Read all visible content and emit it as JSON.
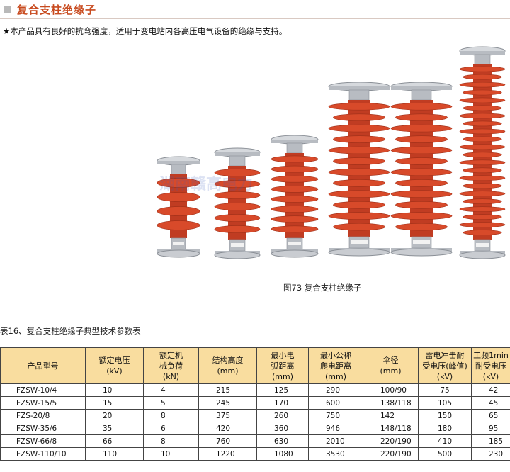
{
  "header": {
    "title": "复合支柱绝缘子"
  },
  "intro": "★本产品具有良好的抗弯强度，适用于变电站内各高压电气设备的绝缘与支持。",
  "figure": {
    "caption": "图73   复合支柱绝缘子",
    "watermark": "湖南赣高电力",
    "body_color": "#d84a2a",
    "metal_color": "#b8bcc2"
  },
  "table": {
    "title": "表16、复合支柱绝缘子典型技术参数表",
    "headers": [
      [
        "产品型号"
      ],
      [
        "额定电压",
        "(kV)"
      ],
      [
        "额定机",
        "械负荷",
        "(kN)"
      ],
      [
        "结构高度",
        "(mm)"
      ],
      [
        "最小电",
        "弧距离",
        "(mm)"
      ],
      [
        "最小公称",
        "爬电距离",
        "(mm)"
      ],
      [
        "伞径",
        "(mm)"
      ],
      [
        "雷电冲击耐",
        "受电压(峰值)",
        "(kV)"
      ],
      [
        "工频1min",
        "耐受电压",
        "(kV)"
      ]
    ],
    "rows": [
      [
        "FZSW-10/4",
        "10",
        "4",
        "215",
        "125",
        "290",
        "100/90",
        "75",
        "42"
      ],
      [
        "FZSW-15/5",
        "15",
        "5",
        "245",
        "170",
        "600",
        "138/118",
        "105",
        "45"
      ],
      [
        "FZS-20/8",
        "20",
        "8",
        "375",
        "260",
        "750",
        "142",
        "150",
        "65"
      ],
      [
        "FZSW-35/6",
        "35",
        "6",
        "420",
        "360",
        "946",
        "148/118",
        "180",
        "95"
      ],
      [
        "FZSW-66/8",
        "66",
        "8",
        "760",
        "630",
        "2010",
        "220/190",
        "410",
        "185"
      ],
      [
        "FZSW-110/10",
        "110",
        "10",
        "1220",
        "1080",
        "3530",
        "220/190",
        "500",
        "230"
      ]
    ]
  }
}
